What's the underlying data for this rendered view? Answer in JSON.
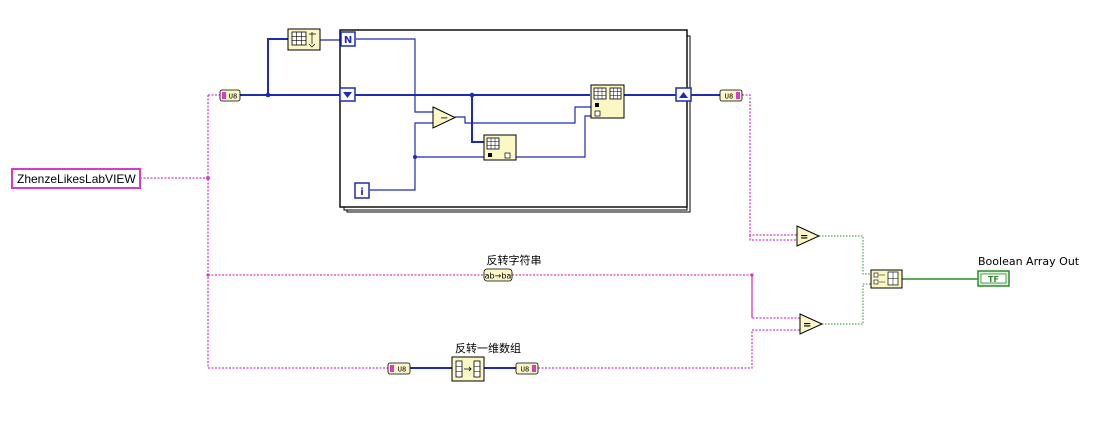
{
  "string_constant": {
    "value": "ZhenzeLikesLabVIEW"
  },
  "labels": {
    "reverse_string": "反转字符串",
    "reverse_1d_array": "反转一维数组",
    "bool_indicator": "Boolean Array Out"
  },
  "terminals": {
    "u8": "U8",
    "loop_count": "N",
    "loop_iteration": "i",
    "bool_array": "TF",
    "reverse_string_glyph": "ab→ba",
    "subtract": "−",
    "equal": "="
  },
  "colors": {
    "string_wire": "#d63cc7",
    "u8_array_wire": "#1f2bb5",
    "boolean_wire": "#2e8b2e",
    "node_fill": "#fbf8c6",
    "bool_terminal": "#2e8b2e"
  },
  "icons": [
    "array-size-icon",
    "for-loop-structure",
    "shift-register-icon",
    "subtract-function-icon",
    "index-array-icon",
    "replace-array-subset-icon",
    "equal-function-icon",
    "build-array-icon",
    "reverse-string-icon",
    "reverse-array-icon",
    "string-to-byte-array-icon",
    "byte-array-to-string-icon"
  ]
}
